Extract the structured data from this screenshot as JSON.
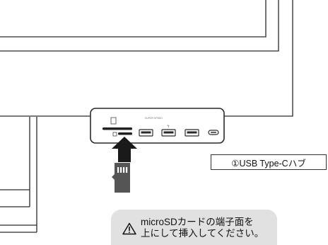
{
  "callout": {
    "label": "①USB Type-Cハブ"
  },
  "hub": {
    "printed_label": "SUPER SPEED",
    "port_icons": [
      "sd-card-slot",
      "microsd-slot",
      "usb-a-port",
      "usb-a-port",
      "usb-a-port",
      "usb-c-port"
    ]
  },
  "notice": {
    "icon": "warning-triangle-icon",
    "line1": "microSDカードの端子面を",
    "line2": "上にして挿入してください。"
  },
  "colors": {
    "line": "#2a2a2a",
    "hub_body": "#ffffff",
    "arrow": "#1a1a1a",
    "card": "#555555",
    "notice_bg": "#e1e1e1"
  }
}
